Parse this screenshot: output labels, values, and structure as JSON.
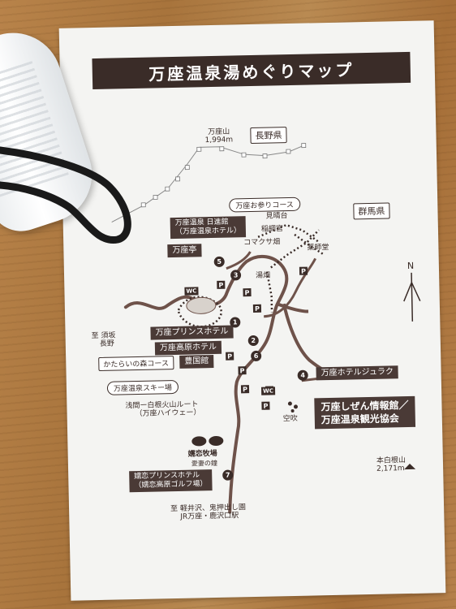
{
  "title": "万座温泉湯めぐりマップ",
  "regions": {
    "nagano": "長野県",
    "gunma": "群馬県"
  },
  "mountains": {
    "manza_name": "万座山",
    "manza_height": "1,994m",
    "motoshirane_name": "本白根山",
    "motoshirane_height": "2,171m"
  },
  "compass": "N",
  "paths": {
    "omairi_course": "万座お参りコース",
    "katarai_course": "かたらいの森コース",
    "ski_area": "万座温泉スキー場"
  },
  "places": {
    "mihari": "見晴台",
    "inariguu": "稲綱宮",
    "komakusa": "コマクサ畑",
    "yakushido": "薬師堂",
    "yubatake": "湯畑",
    "karabuki": "空吹",
    "tsumagoi_farm": "嬬恋牧場",
    "aisai_bell": "愛妻の鐘"
  },
  "directions": {
    "suzaka_line1": "至 須坂",
    "suzaka_line2": "長野",
    "route_line1": "浅間ー白根火山ルート",
    "route_line2": "（万座ハイウェー）",
    "karuizawa_line1": "至 軽井沢、鬼押出し園",
    "karuizawa_line2": "JR万座・鹿沢口駅"
  },
  "hotels": [
    {
      "num": "1",
      "name": "万座プリンスホテル"
    },
    {
      "num": "2",
      "name": "万座高原ホテル"
    },
    {
      "num": "3",
      "name_line1": "万座温泉 日進館",
      "name_line2": "（万座温泉ホテル）"
    },
    {
      "num": "4",
      "name": "万座ホテルジュラク"
    },
    {
      "num": "5",
      "name": "万座亭"
    },
    {
      "num": "6",
      "name": "豊国館"
    },
    {
      "num": "7",
      "name_line1": "嬬恋プリンスホテル",
      "name_line2": "（嬬恋高原ゴルフ場）"
    }
  ],
  "info_center": {
    "line1": "万座しぜん情報館／",
    "line2": "万座温泉観光協会"
  },
  "parking_symbol": "P",
  "wc_symbol": "WC",
  "colors": {
    "ink": "#3a2c28",
    "road": "#6e524a",
    "paper": "#f4f4f2",
    "desk": "#b07a42"
  }
}
